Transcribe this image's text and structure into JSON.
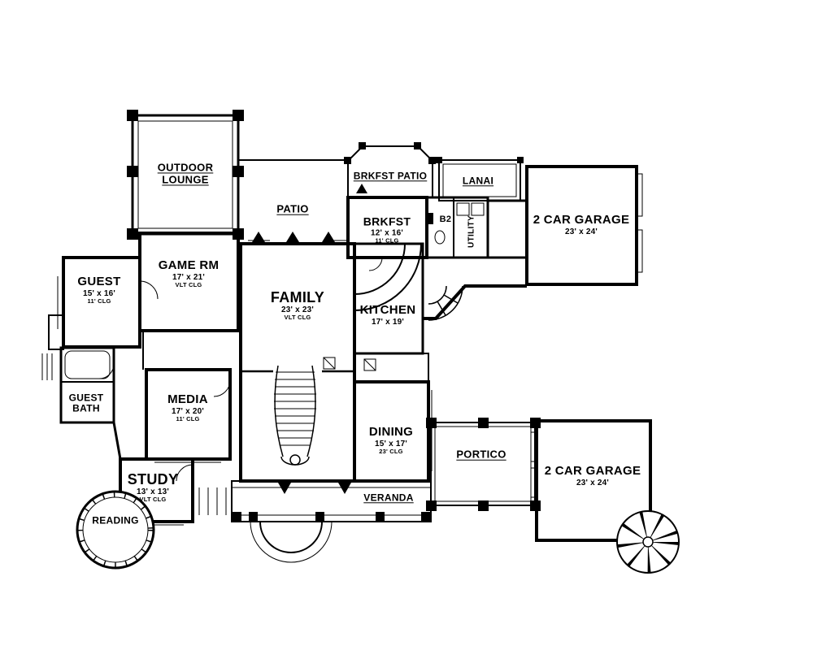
{
  "colors": {
    "ink": "#000000",
    "paper": "#ffffff"
  },
  "rooms": {
    "outdoor_lounge": {
      "name_line1": "OUTDOOR",
      "name_line2": "LOUNGE"
    },
    "patio": {
      "name": "PATIO"
    },
    "brkfst_patio": {
      "name": "BRKFST PATIO"
    },
    "lanai": {
      "name": "LANAI"
    },
    "brkfst": {
      "name": "BRKFST",
      "dims": "12' x 16'",
      "ceiling": "11' CLG"
    },
    "b2": {
      "name": "B2"
    },
    "utility": {
      "name": "UTILITY"
    },
    "garage_upper": {
      "name": "2 CAR GARAGE",
      "dims": "23' x 24'"
    },
    "game_rm": {
      "name": "GAME RM",
      "dims": "17' x 21'",
      "ceiling": "VLT CLG"
    },
    "guest": {
      "name": "GUEST",
      "dims": "15' x 16'",
      "ceiling": "11' CLG"
    },
    "family": {
      "name": "FAMILY",
      "dims": "23' x 23'",
      "ceiling": "VLT CLG"
    },
    "kitchen": {
      "name": "KITCHEN",
      "dims": "17' x 19'"
    },
    "guest_bath": {
      "name_line1": "GUEST",
      "name_line2": "BATH"
    },
    "media": {
      "name": "MEDIA",
      "dims": "17' x 20'",
      "ceiling": "11' CLG"
    },
    "dining": {
      "name": "DINING",
      "dims": "15' x 17'",
      "ceiling": "23' CLG"
    },
    "portico": {
      "name": "PORTICO"
    },
    "garage_lower": {
      "name": "2 CAR GARAGE",
      "dims": "23' x 24'"
    },
    "study": {
      "name": "STUDY",
      "dims": "13' x 13'",
      "ceiling": "VLT CLG"
    },
    "reading": {
      "name": "READING"
    },
    "veranda": {
      "name": "VERANDA"
    }
  }
}
